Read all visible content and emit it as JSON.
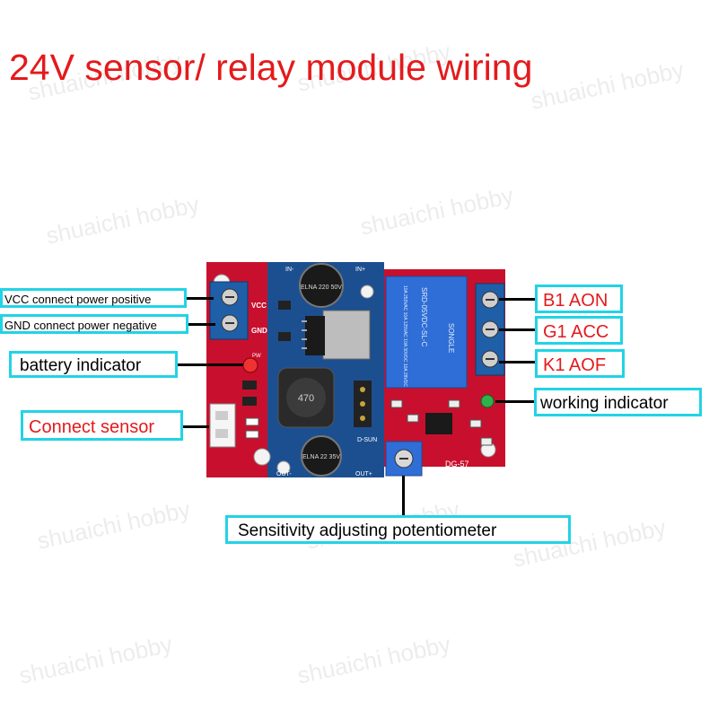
{
  "title": "24V sensor/ relay module wiring",
  "watermark": "shuaichi hobby",
  "labels": {
    "vcc": "VCC connect power positive",
    "gnd": "GND connect power negative",
    "battery": "battery indicator",
    "sensor": "Connect sensor",
    "b1": "B1 AON",
    "g1": "G1 ACC",
    "k1": "K1 AOF",
    "working": "working indicator",
    "pot": "Sensitivity adjusting potentiometer"
  },
  "board": {
    "pcb_left_text": {
      "vcc": "VCC",
      "gnd": "GND",
      "pw": "PW"
    },
    "inductor": "470",
    "cap_top": "ELNA 220 50V",
    "cap_bottom": "ELNA 22 35V",
    "relay_brand": "SONGLE",
    "relay_model": "SRD-05VDC-SL-C",
    "relay_rating": "10A 250VAC 10A 125VAC 10A 30VDC 10A 28VDC",
    "model": "DG-57",
    "pins": {
      "in_left": "IN-",
      "in_right": "IN+",
      "out_left": "OUT-",
      "out_right": "OUT+",
      "d_sun": "D-SUN"
    }
  },
  "colors": {
    "pcb_red": "#c8102e",
    "pcb_blue": "#1c4f8f",
    "accent_cyan": "#22d3e6",
    "title_red": "#e41a1c"
  }
}
